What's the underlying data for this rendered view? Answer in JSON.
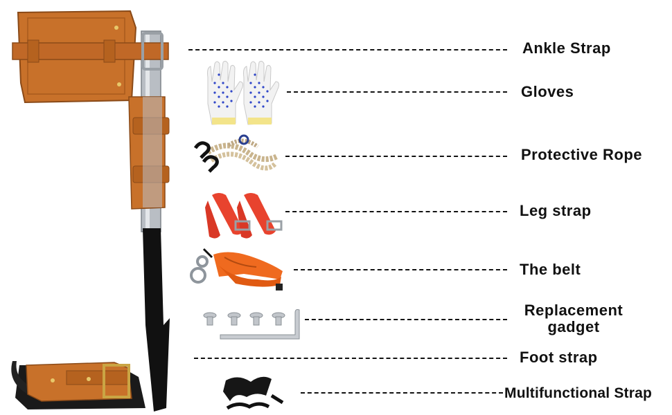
{
  "labels": {
    "ankle_strap": "Ankle Strap",
    "gloves": "Gloves",
    "protective_rope": "Protective Rope",
    "leg_strap": "Leg strap",
    "the_belt": "The belt",
    "replacement_gadget_line1": "Replacement",
    "replacement_gadget_line2": "gadget",
    "foot_strap": "Foot strap",
    "multifunctional_strap": "Multifunctional Strap"
  },
  "colors": {
    "leather": "#c8712a",
    "strap_red": "#e8432e",
    "belt_orange": "#ef6a1f",
    "steel": "#b9bec4",
    "glove_dots": "#2f46c9"
  }
}
